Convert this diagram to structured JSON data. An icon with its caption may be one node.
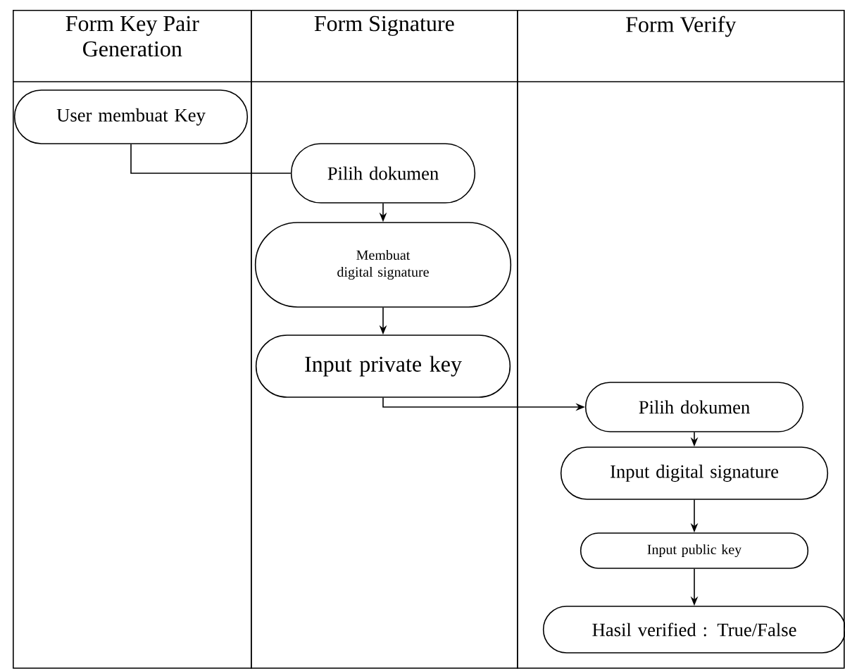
{
  "diagram": {
    "nodes": [
      {
        "text": [
          "Form Key Pair Generation"
        ]
      },
      {
        "text": [
          "Form Signature"
        ]
      },
      {
        "text": [
          "Form Verify"
        ]
      },
      {
        "text": [
          "User membuat Key"
        ],
        "in": 0
      },
      {
        "text": [
          "Pilih dokumen"
        ],
        "in": 1
      },
      {
        "text": [
          "Membuat digital signature"
        ],
        "in": 1
      },
      {
        "text": [
          "Input private key"
        ],
        "in": 1
      },
      {
        "text": [
          "Pilih dokumen"
        ],
        "in": 2
      },
      {
        "text": [
          "Input digital signature"
        ],
        "in": 2
      },
      {
        "text": [
          "Input public key"
        ],
        "in": 2
      },
      {
        "text": [
          "Hasil verified : True/False"
        ],
        "in": 2
      }
    ],
    "edges": [
      {
        "from": 3,
        "to": 4,
        "arrow": "none"
      },
      {
        "from": 4,
        "to": 5,
        "arrow": "to"
      },
      {
        "from": 5,
        "to": 6,
        "arrow": "to"
      },
      {
        "from": 6,
        "to": 7,
        "arrow": "to"
      },
      {
        "from": 7,
        "to": 8,
        "arrow": "to"
      },
      {
        "from": 8,
        "to": 9,
        "arrow": "to"
      },
      {
        "from": 9,
        "to": 10,
        "arrow": "to"
      }
    ]
  }
}
